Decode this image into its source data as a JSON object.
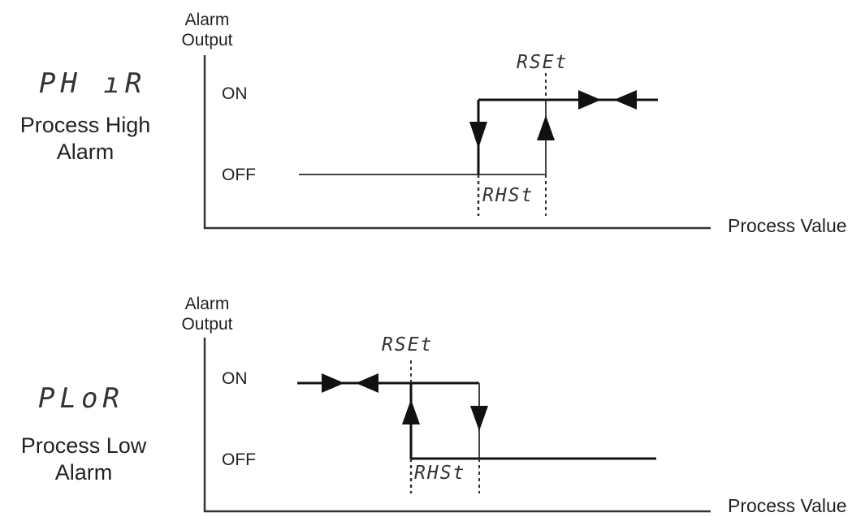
{
  "high_alarm": {
    "code": "PH ıR",
    "name_line1": "Process High",
    "name_line2": "Alarm",
    "axis_y_line1": "Alarm",
    "axis_y_line2": "Output",
    "axis_x": "Process Value",
    "state_on": "ON",
    "state_off": "OFF",
    "setpoint_label": "RSEt",
    "hysteresis_label": "RHSt"
  },
  "low_alarm": {
    "code": "PLoR",
    "name_line1": "Process Low",
    "name_line2": "Alarm",
    "axis_y_line1": "Alarm",
    "axis_y_line2": "Output",
    "axis_x": "Process Value",
    "state_on": "ON",
    "state_off": "OFF",
    "setpoint_label": "RSEt",
    "hysteresis_label": "RHSt"
  },
  "colors": {
    "line": "#111111",
    "text": "#222222"
  }
}
